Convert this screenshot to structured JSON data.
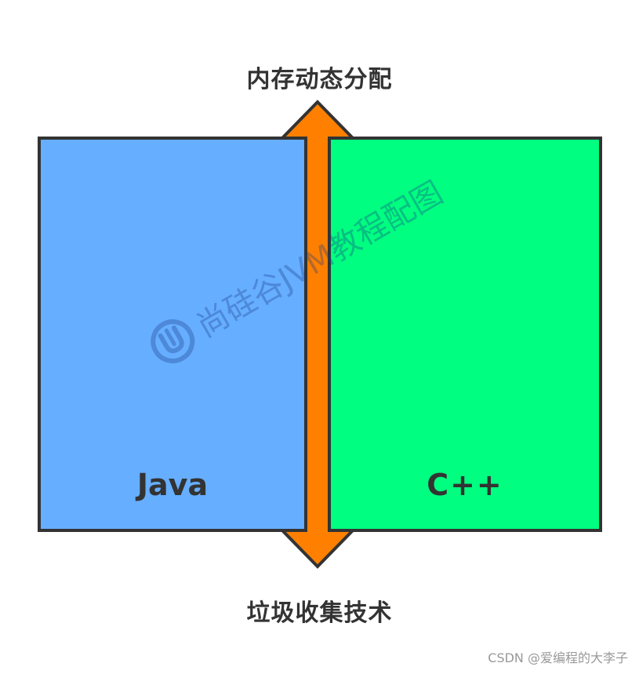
{
  "diagram": {
    "top_label": "内存动态分配",
    "bottom_label": "垃圾收集技术",
    "left_box_label": "Java",
    "right_box_label": "C++",
    "watermark_text": "尚硅谷JVM教程配图",
    "credit": "CSDN @爱编程的大李子"
  },
  "colors": {
    "java_box": "#66AEFF",
    "cpp_box": "#00FF80",
    "arrow": "#FF8000",
    "stroke": "#333333",
    "text": "#333333"
  },
  "icons": {
    "watermark_logo": "atguigu-logo-icon"
  }
}
